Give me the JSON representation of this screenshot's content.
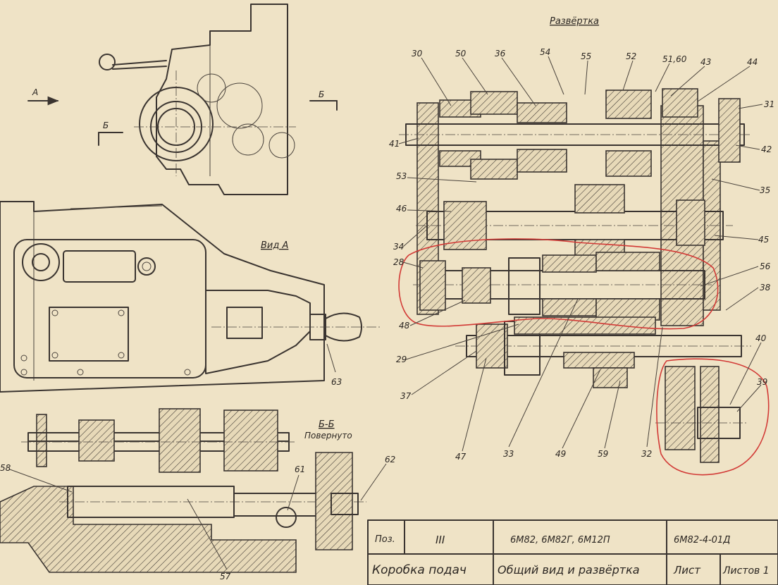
{
  "views": {
    "razvertka_title": "Развёртка",
    "vid_a_title": "Вид А",
    "section_bb_title": "Б-Б",
    "section_bb_subtitle": "Повернуто",
    "arrow_a": "А",
    "arrow_b_top": "Б",
    "arrow_b_left": "Б"
  },
  "callouts": {
    "c30": "30",
    "c50": "50",
    "c36": "36",
    "c54": "54",
    "c55": "55",
    "c52": "52",
    "c5160": "51,60",
    "c43": "43",
    "c44": "44",
    "c31": "31",
    "c41": "41",
    "c42": "42",
    "c53": "53",
    "c35": "35",
    "c46": "46",
    "c34": "34",
    "c45": "45",
    "c28": "28",
    "c56": "56",
    "c38": "38",
    "c48": "48",
    "c29": "29",
    "c40": "40",
    "c39": "39",
    "c37": "37",
    "c47": "47",
    "c33": "33",
    "c49": "49",
    "c59": "59",
    "c32": "32",
    "c63": "63",
    "c58": "58",
    "c61": "61",
    "c62": "62",
    "c57": "57"
  },
  "title_block": {
    "poz": "Поз.",
    "sheet_code": "III",
    "models": "6М82, 6М82Г, 6М12П",
    "doc_number": "6М82-4-01Д",
    "name": "Коробка подач",
    "view_desc": "Общий вид и развёртка",
    "list": "Лист",
    "listov": "Листов 1"
  }
}
